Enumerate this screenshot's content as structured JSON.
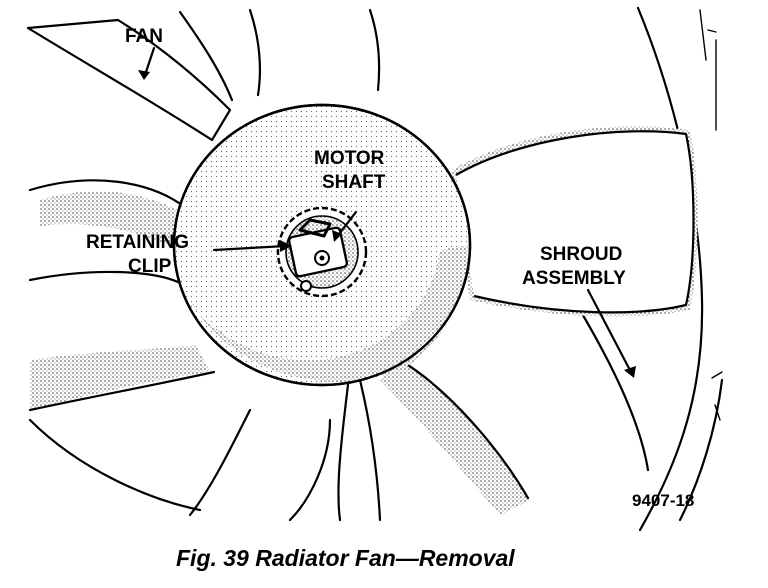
{
  "labels": {
    "fan": "FAN",
    "motor_shaft_line1": "MOTOR",
    "motor_shaft_line2": "SHAFT",
    "retaining_clip_line1": "RETAINING",
    "retaining_clip_line2": "CLIP",
    "shroud_line1": "SHROUD",
    "shroud_line2": "ASSEMBLY"
  },
  "figure_number": "9407-18",
  "caption": "Fig. 39 Radiator Fan—Removal"
}
